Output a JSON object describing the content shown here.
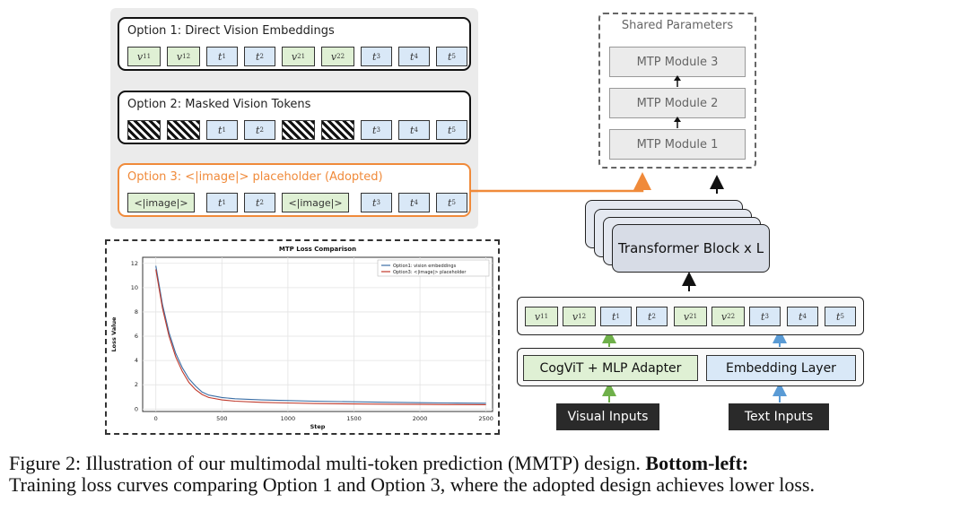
{
  "options": {
    "option1": {
      "title": "Option 1: Direct Vision Embeddings"
    },
    "option2": {
      "title": "Option 2: Masked Vision Tokens"
    },
    "option3": {
      "title": "Option 3: <|image|> placeholder (Adopted)",
      "image_token": "<|image|>"
    }
  },
  "tokens": {
    "v11": "v",
    "v11_sub": "11",
    "v12": "v",
    "v12_sub": "12",
    "v21": "v",
    "v21_sub": "21",
    "v22": "v",
    "v22_sub": "22",
    "t": "t",
    "t1_sub": "1",
    "t2_sub": "2",
    "t3_sub": "3",
    "t4_sub": "4",
    "t5_sub": "5"
  },
  "shared": {
    "label": "Shared Parameters",
    "modules": [
      "MTP Module 3",
      "MTP Module 2",
      "MTP Module 1"
    ]
  },
  "transformer": {
    "label": "Transformer Block x L"
  },
  "adapters": {
    "vision": "CogViT + MLP Adapter",
    "text": "Embedding Layer"
  },
  "inputs": {
    "visual": "Visual Inputs",
    "text": "Text Inputs"
  },
  "colors": {
    "vision_token": "#dff0d4",
    "text_token": "#d9e8f7",
    "adopted": "#f08a3a",
    "series1": "#3b6ea5",
    "series2": "#c0392b",
    "green_arrow": "#6fb04a",
    "blue_arrow": "#5a9bd5"
  },
  "caption": {
    "line1": "Figure 2: Illustration of our multimodal multi-token prediction (MMTP) design.",
    "line1_bold": "Bottom-left:",
    "line2": "Training loss curves comparing Option 1 and Option 3, where the adopted design achieves lower loss."
  },
  "chart_data": {
    "type": "line",
    "title": "MTP Loss Comparison",
    "xlabel": "Step",
    "ylabel": "Loss Value",
    "xlim": [
      -100,
      2550
    ],
    "ylim": [
      -0.2,
      12.5
    ],
    "xticks": [
      0,
      500,
      1000,
      1500,
      2000,
      2500
    ],
    "yticks": [
      0,
      2,
      4,
      6,
      8,
      10,
      12
    ],
    "grid": true,
    "legend": "top-right",
    "series": [
      {
        "name": "Option1: vision embeddings",
        "x": [
          0,
          20,
          50,
          100,
          150,
          200,
          250,
          300,
          350,
          400,
          500,
          600,
          800,
          1000,
          1200,
          1500,
          1800,
          2000,
          2200,
          2500
        ],
        "y": [
          11.8,
          10.5,
          8.6,
          6.3,
          4.6,
          3.4,
          2.5,
          1.9,
          1.4,
          1.15,
          0.95,
          0.85,
          0.75,
          0.7,
          0.65,
          0.6,
          0.55,
          0.52,
          0.5,
          0.48
        ]
      },
      {
        "name": "Option3: <|image|> placeholder",
        "x": [
          0,
          20,
          50,
          100,
          150,
          200,
          250,
          300,
          350,
          400,
          500,
          600,
          800,
          1000,
          1200,
          1500,
          1800,
          2000,
          2200,
          2500
        ],
        "y": [
          11.5,
          10.2,
          8.3,
          6.0,
          4.3,
          3.1,
          2.2,
          1.6,
          1.2,
          0.95,
          0.75,
          0.65,
          0.55,
          0.5,
          0.46,
          0.42,
          0.4,
          0.38,
          0.37,
          0.36
        ]
      }
    ]
  }
}
